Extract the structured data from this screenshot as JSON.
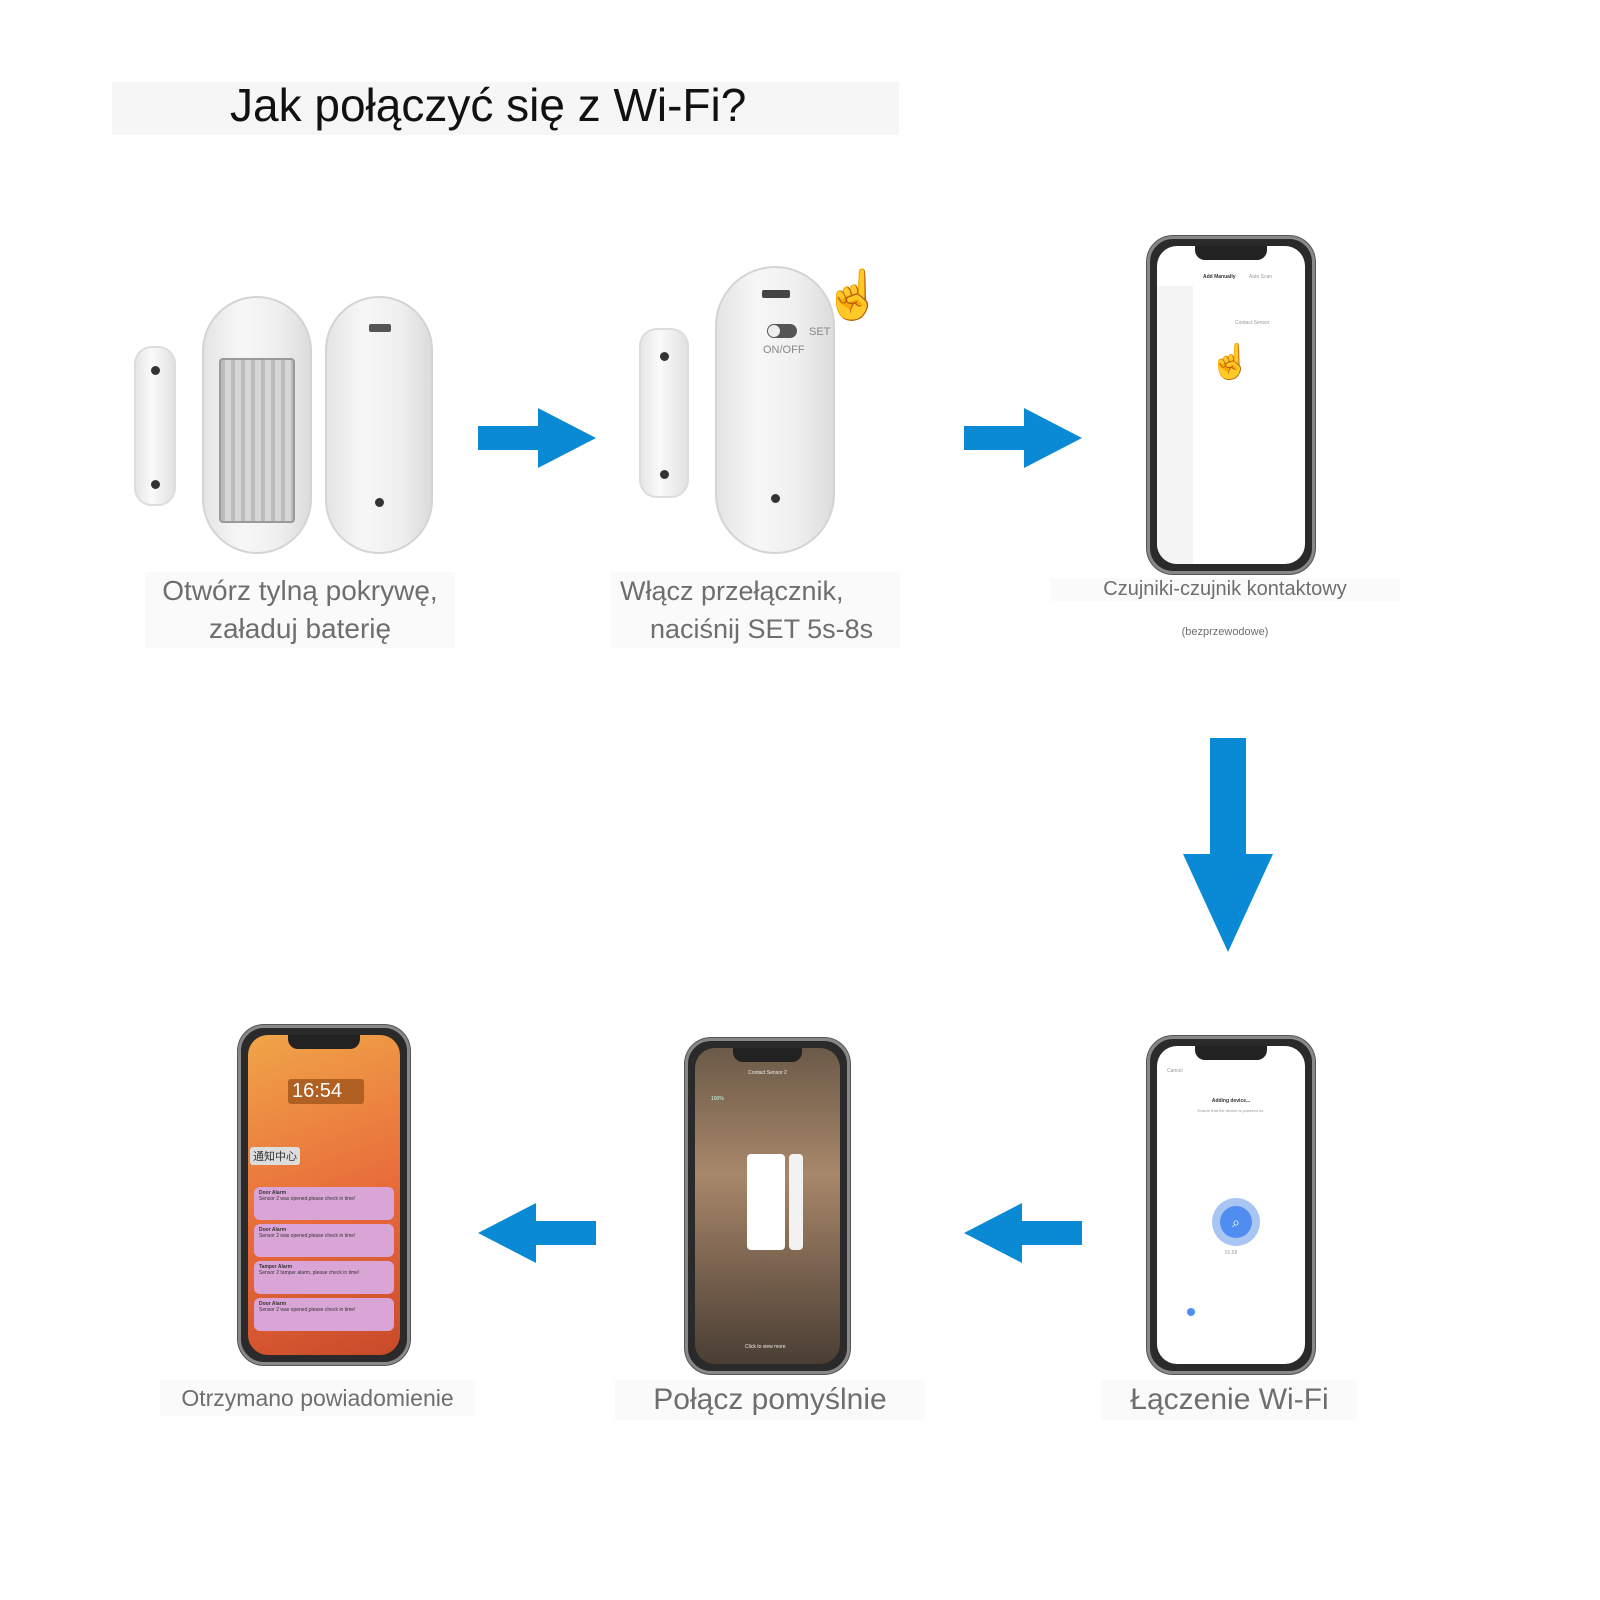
{
  "title": "Jak połączyć się z Wi-Fi?",
  "steps": [
    {
      "caption_line1": "Otwórz tylną pokrywę,",
      "caption_line2": "załaduj baterię"
    },
    {
      "caption_line1": "Włącz przełącznik,",
      "caption_line2": "naciśnij SET 5s-8s",
      "device_labels": {
        "set": "SET",
        "switch": "ON/OFF"
      }
    },
    {
      "caption_line1": "Czujniki-czujnik kontaktowy",
      "caption_line2": "(bezprzewodowe)",
      "screen": {
        "tab_active": "Add Manually",
        "tab_other": "Auto Scan",
        "section": "Contact Sensor"
      }
    },
    {
      "caption": "Łączenie Wi-Fi",
      "screen": {
        "cancel": "Cancel",
        "heading": "Adding device...",
        "subtext": "Ensure that the device is powered on.",
        "timer": "01:58"
      }
    },
    {
      "caption": "Połącz pomyślnie",
      "screen": {
        "title": "Contact Sensor 2",
        "battery": "100%",
        "footer": "Click to view more"
      }
    },
    {
      "caption": "Otrzymano powiadomienie",
      "screen": {
        "time": "16:54",
        "notification_center": "通知中心",
        "notifications": [
          {
            "title": "Door Alarm",
            "body": "Sensor 2 was opened,please check in time!"
          },
          {
            "title": "Door Alarm",
            "body": "Sensor 2 was opened,please check in time!"
          },
          {
            "title": "Tamper Alarm",
            "body": "Sensor 2 tamper alarm, please check in time!"
          },
          {
            "title": "Door Alarm",
            "body": "Sensor 2 was opened,please check in time!"
          }
        ]
      }
    }
  ],
  "colors": {
    "arrow": "#0a8ad4",
    "caption": "#6e6e6e"
  },
  "arrows": [
    "right",
    "right",
    "down",
    "left",
    "left"
  ]
}
